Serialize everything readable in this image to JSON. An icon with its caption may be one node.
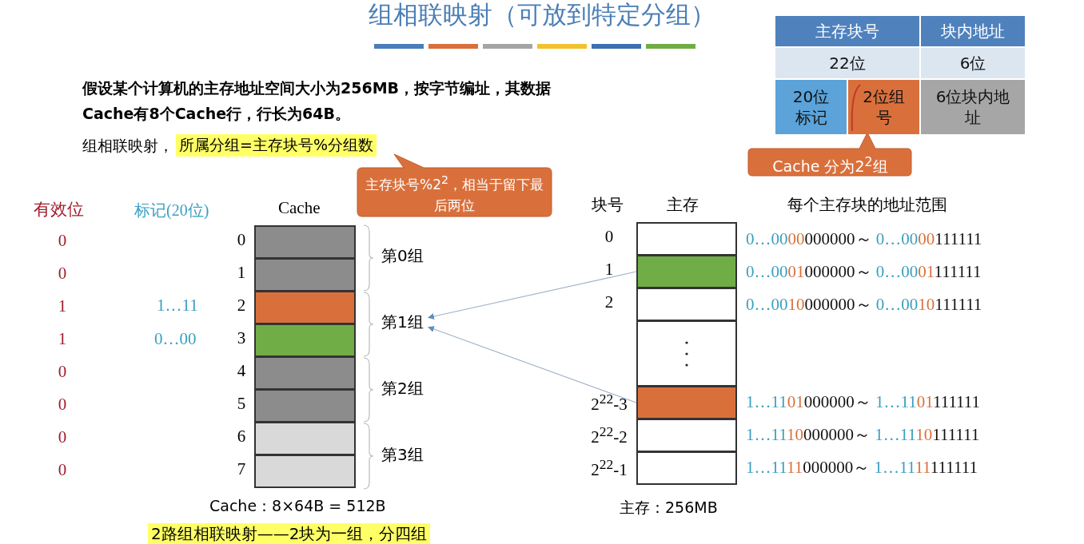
{
  "diagram": {
    "title": "组相联映射（可放到特定分组）",
    "nodes": [
      {
        "text": [],
        "shape": "box",
        "beside": [
          "0"
        ]
      },
      {
        "text": [],
        "shape": "box",
        "beside": [
          "1"
        ]
      },
      {
        "text": [],
        "shape": "box",
        "beside": [
          "2"
        ]
      },
      {
        "text": [],
        "shape": "box",
        "beside": [
          "3"
        ]
      },
      {
        "text": [],
        "shape": "box",
        "beside": [
          "4"
        ]
      },
      {
        "text": [],
        "shape": "box",
        "beside": [
          "5"
        ]
      },
      {
        "text": [],
        "shape": "box",
        "beside": [
          "6"
        ]
      },
      {
        "text": [],
        "shape": "box",
        "beside": [
          "7"
        ]
      },
      {
        "text": [
          "第1组"
        ]
      },
      {
        "text": [],
        "shape": "box",
        "beside": [
          "0"
        ]
      },
      {
        "text": [],
        "shape": "box",
        "beside": [
          "1"
        ]
      },
      {
        "text": [],
        "shape": "box",
        "beside": [
          "2"
        ]
      },
      {
        "text": [],
        "shape": "box"
      },
      {
        "text": [],
        "shape": "box",
        "beside": [
          "2$^{22}$-3"
        ]
      },
      {
        "text": [],
        "shape": "box",
        "beside": [
          "2$^{22}$-2"
        ]
      },
      {
        "text": [],
        "shape": "box",
        "beside": [
          "2$^{22}$-1"
        ]
      },
      {
        "text": [
          "主存块号%2$^{2}$，相当于留下最后两位"
        ]
      },
      {
        "text": [
          "Cache 分为2$^{2}$组"
        ]
      }
    ],
    "edges": [
      {
        "from": 10,
        "to": 8,
        "arrow": "to"
      },
      {
        "from": 13,
        "to": 8,
        "arrow": "to"
      }
    ],
    "labels": [
      "假设某个计算机的主存地址空间大小为256MB，按字节编址，其数据Cache有8个Cache行，行长为64B。",
      "组相联映射，",
      "所属分组=主存块号%分组数",
      "主存块号",
      "块内地址",
      "22位",
      "6位",
      "20位标记",
      "2位组号",
      "6位块内地址",
      "有效位",
      "标记(20位)",
      "Cache",
      "块号",
      "主存",
      "每个主存块的地址范围",
      "0",
      "0",
      "1",
      "1",
      "0",
      "0",
      "0",
      "0",
      "1…11",
      "0…00",
      "第0组",
      "第2组",
      "第3组",
      "0…0000000000～ 0…0000111111",
      "0…0001000000～ 0…0001111111",
      "0…0010000000～ 0…0010111111",
      "1…1101000000～ 1…1101111111",
      "1…1110000000～ 1…1110111111",
      "1…1111000000～ 1…1111111111",
      "Cache：8×64B = 512B",
      "主存：256MB",
      "2路组相联映射——2块为一组，分四组"
    ]
  }
}
